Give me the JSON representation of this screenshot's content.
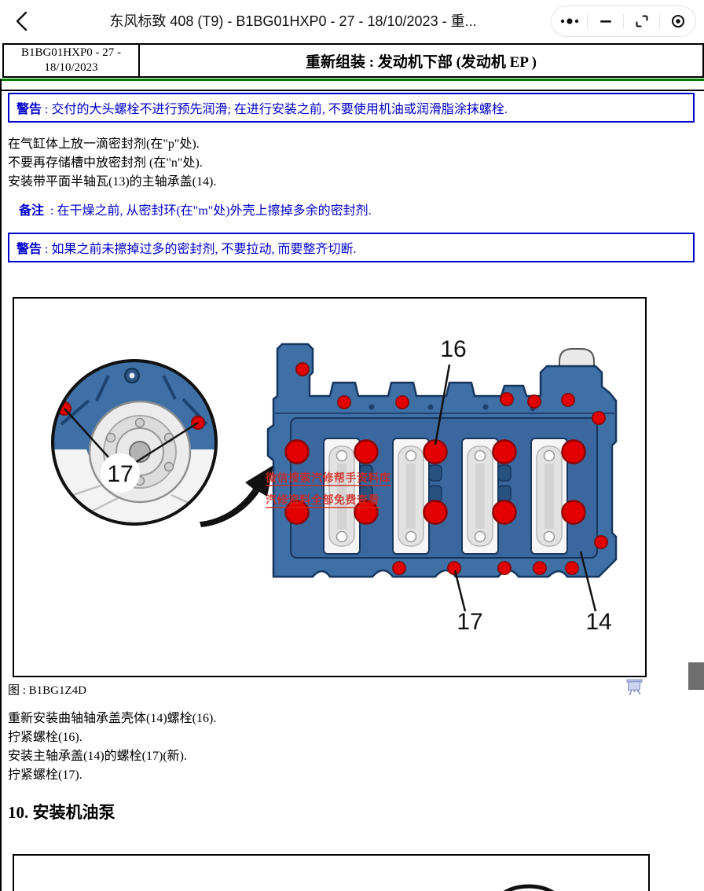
{
  "nav": {
    "title": "东风标致 408 (T9) - B1BG01HXP0 - 27 - 18/10/2023 - 重..."
  },
  "header": {
    "ref_line1": "B1BG01HXP0 - 27 -",
    "ref_line2": "18/10/2023",
    "title": "重新组装 : 发动机下部 (发动机 EP )"
  },
  "alerts": {
    "warning1": {
      "label": "警告",
      "text": ": 交付的大头螺栓不进行预先润滑;  在进行安装之前, 不要使用机油或润滑脂涂抹螺栓."
    },
    "note": {
      "label": "备注",
      "text": ": 在干燥之前, 从密封环(在\"m\"处)外壳上擦掉多余的密封剂."
    },
    "warning2": {
      "label": "警告",
      "text": ": 如果之前未擦掉过多的密封剂, 不要拉动, 而要整齐切断."
    }
  },
  "intro_lines": [
    "在气缸体上放一滴密封剂(在\"p\"处).",
    "不要再存储槽中放密封剂 (在\"n\"处).",
    "安装带平面半轴瓦(13)的主轴承盖(14)."
  ],
  "figure1": {
    "caption": "图 : B1BG1Z4D",
    "label_16": "16",
    "label_17_detail": "17",
    "label_17": "17",
    "label_14": "14",
    "watermark_line1": "微信搜索汽修帮手资料库",
    "watermark_line2": "汽修资料全部免费查看"
  },
  "outro_lines": [
    "重新安装曲轴轴承盖壳体(14)螺栓(16).",
    "拧紧螺栓(16).",
    "安装主轴承盖(14)的螺栓(17)(新).",
    "拧紧螺栓(17)."
  ],
  "section_heading": "10. 安装机油泵",
  "colors": {
    "alert_blue": "#0000cc",
    "rule_green": "#008000",
    "engine_blue": "#3e6fa5",
    "bolt_red": "#e30000",
    "watermark_red": "#d4281e",
    "scrollbar_gray": "#6e6e6e"
  }
}
